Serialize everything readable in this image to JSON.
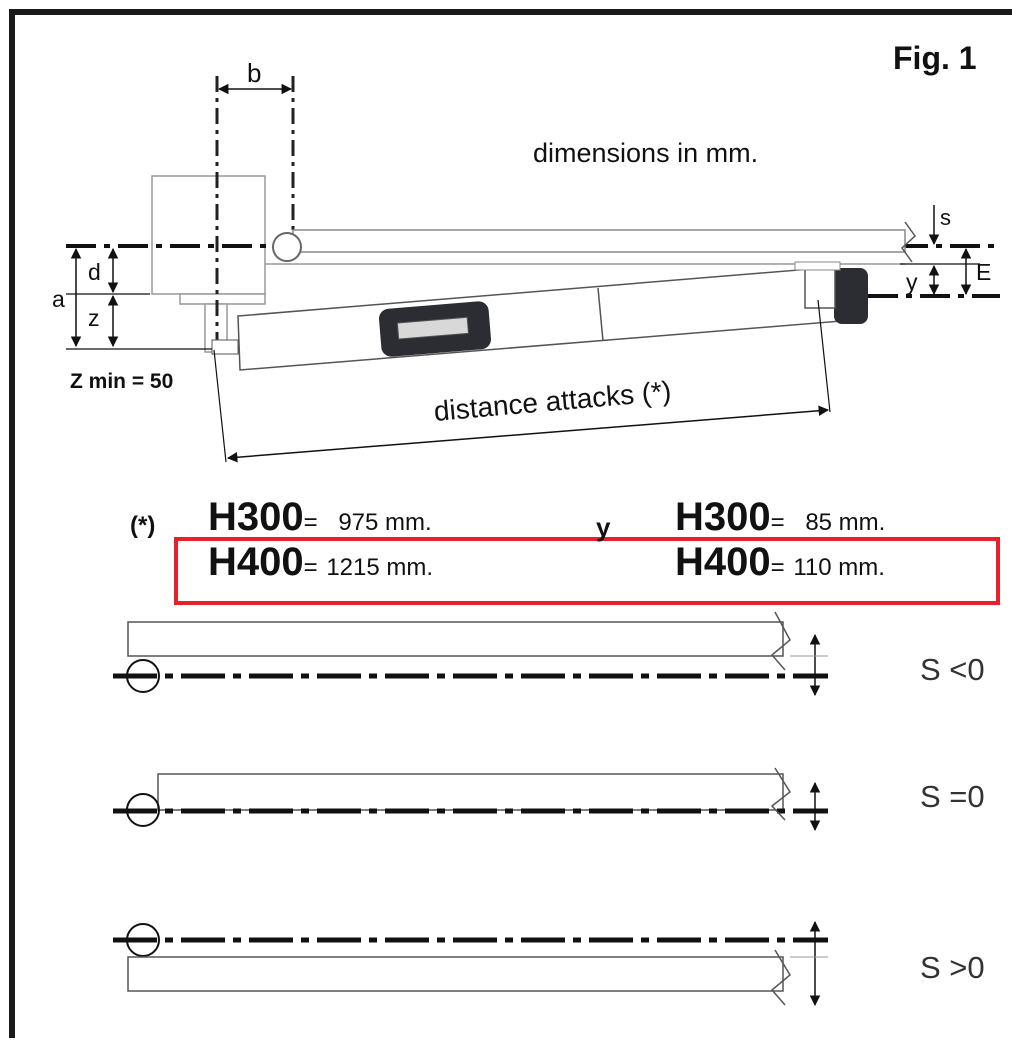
{
  "figure": {
    "title": "Fig. 1",
    "units_note": "dimensions in mm.",
    "zmin": "Z min = 50",
    "distance_label": "distance attacks (*)"
  },
  "dimension_letters": {
    "b": "b",
    "s": "s",
    "d": "d",
    "a": "a",
    "z": "z",
    "y": "y",
    "E": "E"
  },
  "table": {
    "marker": "(*)",
    "conjunction": "y",
    "left": [
      {
        "model": "H300",
        "eq": "=",
        "value": "975 mm."
      },
      {
        "model": "H400",
        "eq": "=",
        "value": "1215 mm."
      }
    ],
    "right": [
      {
        "model": "H300",
        "eq": "=",
        "value": "85 mm."
      },
      {
        "model": "H400",
        "eq": "=",
        "value": "110 mm."
      }
    ]
  },
  "highlight": {
    "color": "#e8202a"
  },
  "s_cases": [
    "S <0",
    "S =0",
    "S >0"
  ],
  "colors": {
    "ink": "#111111",
    "device": "#2b2d33",
    "frame": "#1a1a1a"
  }
}
